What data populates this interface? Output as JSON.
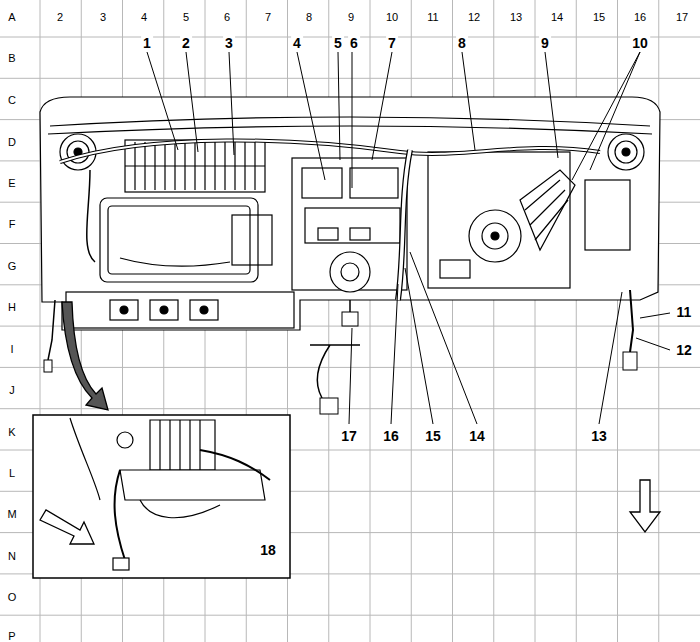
{
  "diagram": {
    "labels": [
      "1",
      "2",
      "3",
      "4",
      "5",
      "6",
      "7",
      "8",
      "9",
      "10",
      "11",
      "12",
      "13",
      "14",
      "15",
      "16",
      "17",
      "A",
      "B",
      "C",
      "D",
      "E",
      "F",
      "G",
      "H",
      "I",
      "J",
      "K",
      "L",
      "M",
      "N",
      "O",
      "P",
      "1",
      "2",
      "3",
      "4",
      "5",
      "6",
      "7",
      "8",
      "9",
      "10",
      "11",
      "12",
      "17",
      "16",
      "15",
      "14",
      "13",
      "18"
    ]
  }
}
